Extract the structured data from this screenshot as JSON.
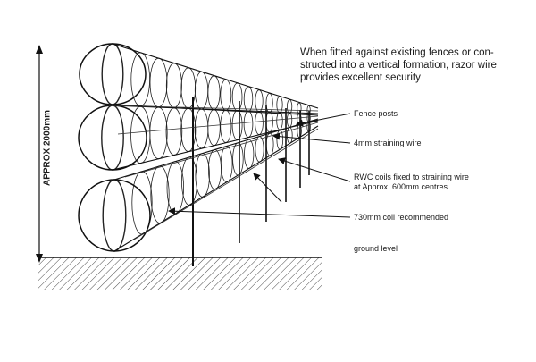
{
  "description": {
    "line1": "When fitted against existing fences or con-",
    "line2": "structed into a vertical formation, razor wire",
    "line3": "provides excellent security"
  },
  "height_label": "APPROX 2000mm",
  "callouts": {
    "fence_posts": "Fence posts",
    "straining_wire": "4mm straining wire",
    "rwc_line1": "RWC coils fixed to straining wire",
    "rwc_line2": "at Approx. 600mm centres",
    "coil": "730mm coil recommended",
    "ground": "ground level"
  }
}
